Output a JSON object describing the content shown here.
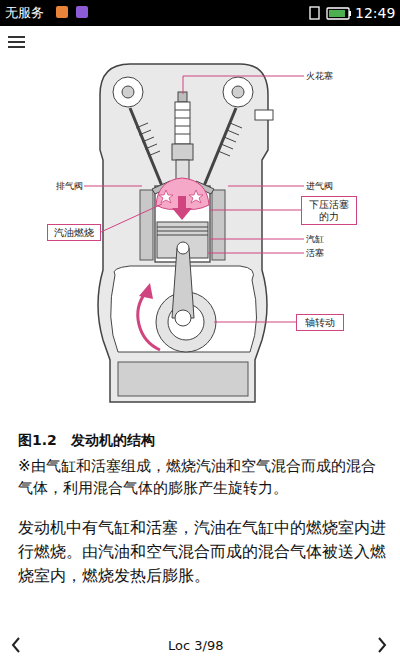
{
  "diagram": {
    "title": "图1.2　发动机的结构",
    "caption": "※由气缸和活塞组成，燃烧汽油和空气混合而成的混合气体，利用混合气体的膨胀产生旋转力。",
    "nodes": [
      {
        "text": [
          "下压活塞的力"
        ]
      },
      {
        "text": [
          "汽油燃烧"
        ]
      },
      {
        "text": [
          "轴转动"
        ]
      }
    ],
    "labels": [
      "无服务",
      "12:49",
      "火花塞",
      "排气阀",
      "进气阀",
      "汽缸",
      "活塞",
      "发动机中有气缸和活塞，汽油在气缸中的燃烧室内进行燃烧。由汽油和空气混合而成的混合气体被送入燃烧室内，燃烧发热后膨胀。",
      "Loc 3/98"
    ]
  }
}
